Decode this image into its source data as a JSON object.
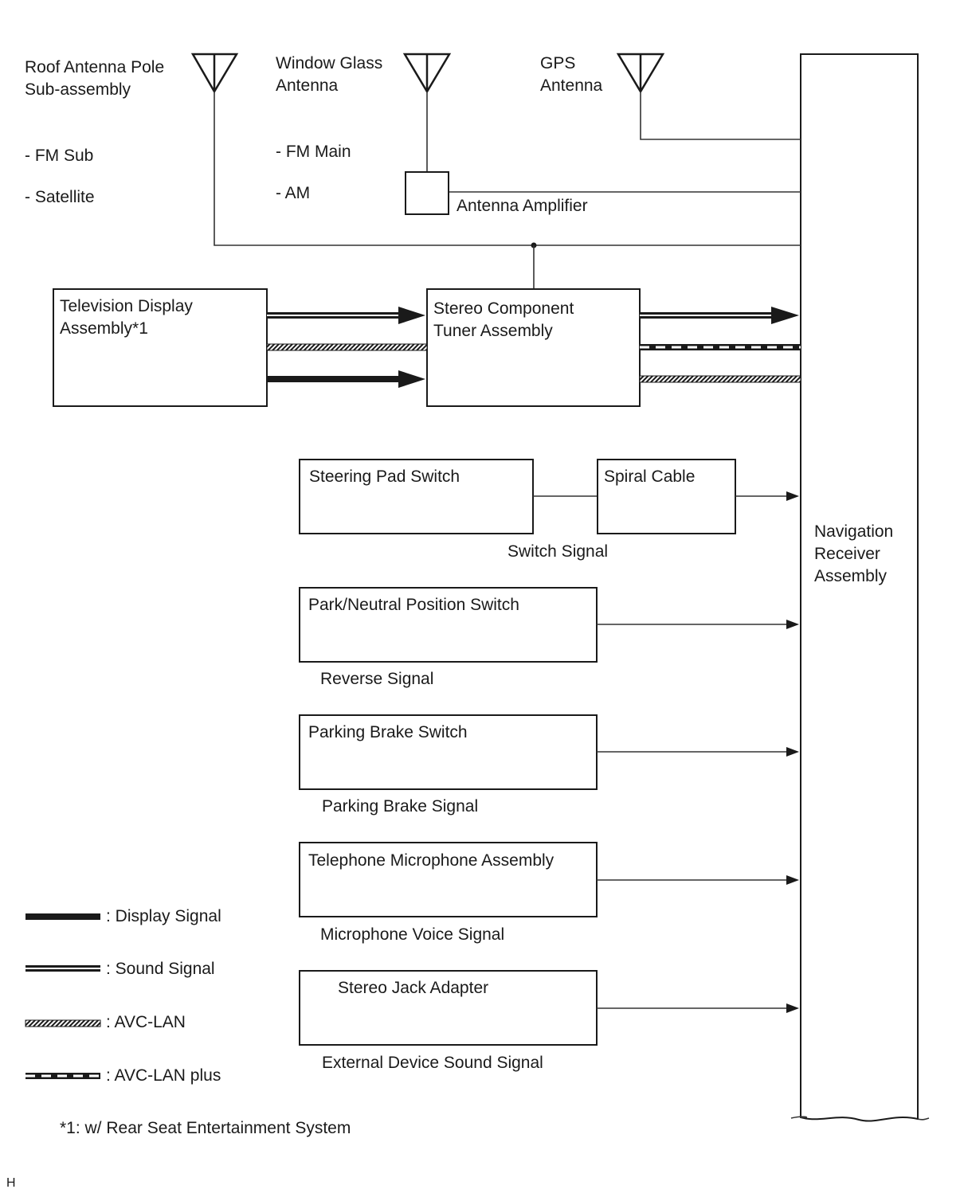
{
  "antennas": {
    "roof": {
      "title_1": "Roof Antenna Pole",
      "title_2": "Sub-assembly",
      "sub_1": "- FM Sub",
      "sub_2": "- Satellite"
    },
    "window": {
      "title_1": "Window Glass",
      "title_2": "Antenna",
      "sub_1": "- FM Main",
      "sub_2": "- AM"
    },
    "gps": {
      "title_1": "GPS",
      "title_2": "Antenna"
    },
    "amplifier": "Antenna Amplifier"
  },
  "components": {
    "tv_display": {
      "line_1": "Television Display",
      "line_2": "Assembly*1"
    },
    "stereo_tuner": {
      "line_1": "Stereo Component",
      "line_2": "Tuner Assembly"
    },
    "navigation": {
      "line_1": "Navigation",
      "line_2": "Receiver",
      "line_3": "Assembly"
    },
    "steering_pad": "Steering Pad Switch",
    "spiral_cable": "Spiral Cable",
    "park_neutral": "Park/Neutral Position Switch",
    "parking_brake": "Parking Brake Switch",
    "microphone": "Telephone Microphone Assembly",
    "stereo_jack": "Stereo Jack Adapter"
  },
  "signals": {
    "switch": "Switch Signal",
    "reverse": "Reverse Signal",
    "parking_brake": "Parking Brake Signal",
    "microphone": "Microphone Voice Signal",
    "external": "External Device Sound Signal"
  },
  "legend": {
    "display": ": Display Signal",
    "sound": ": Sound Signal",
    "avc_lan": ": AVC-LAN",
    "avc_lan_plus": ": AVC-LAN plus"
  },
  "footnote": "*1: w/ Rear Seat Entertainment System",
  "corner_mark": "H"
}
